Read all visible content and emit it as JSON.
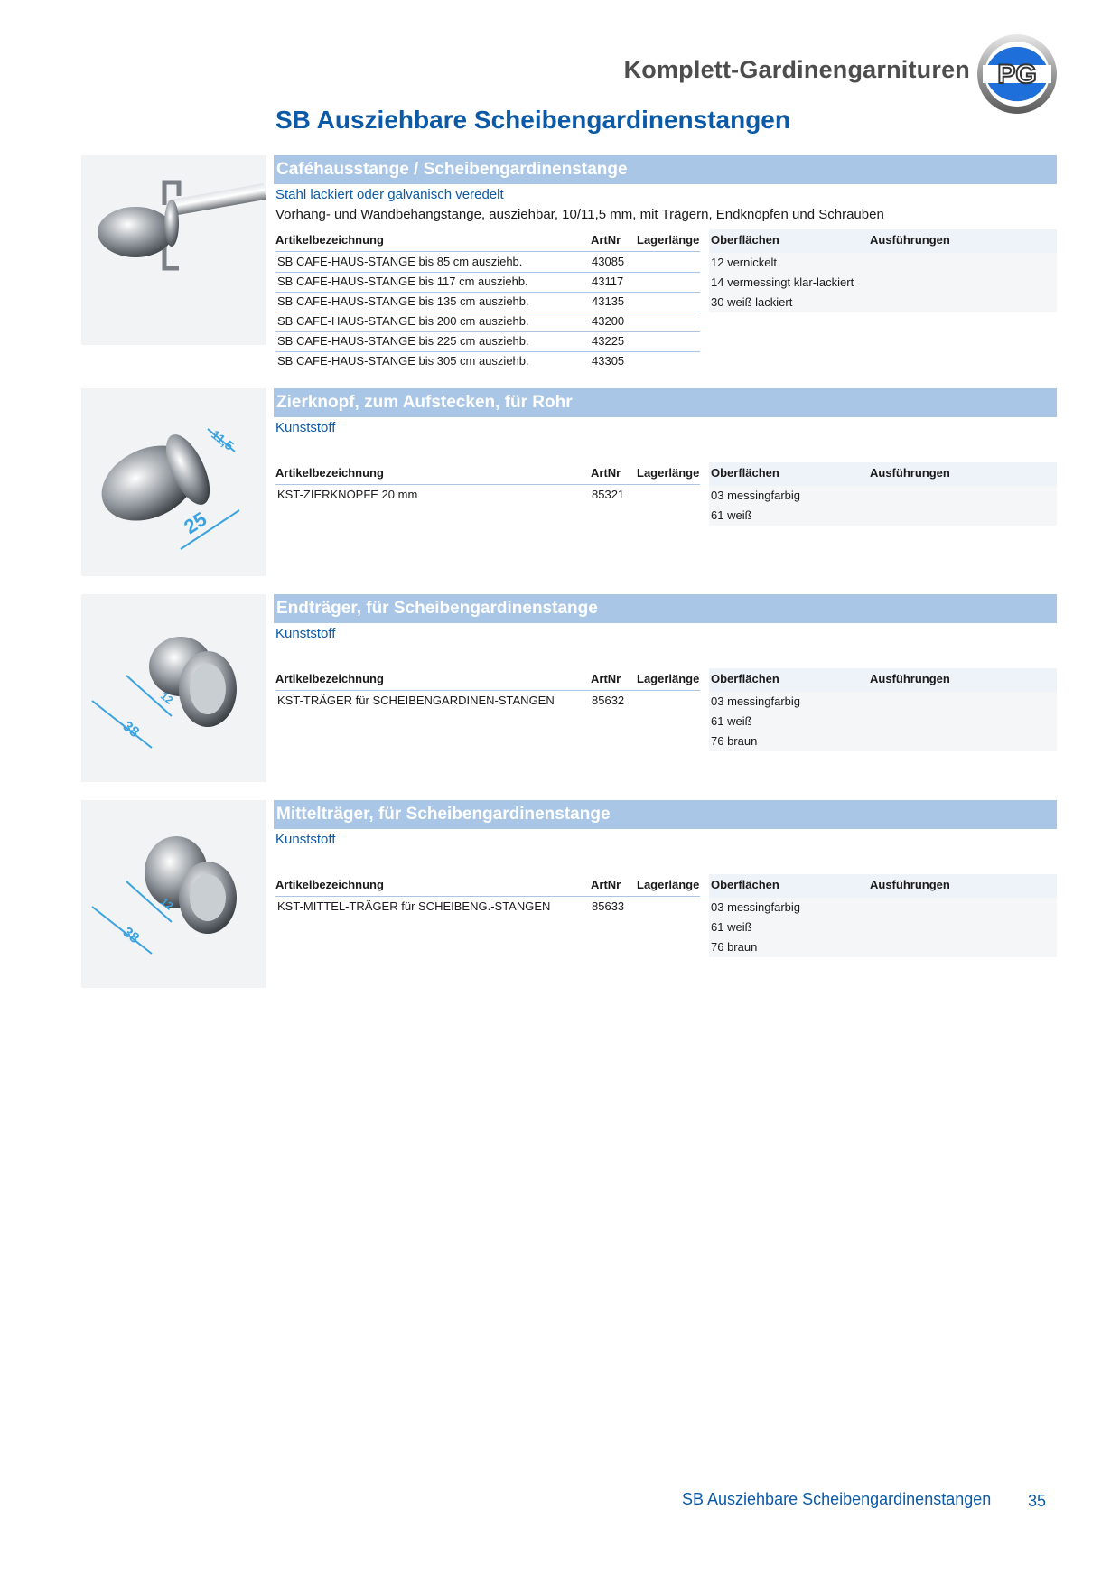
{
  "header": {
    "title": "Komplett-Gardinengarnituren",
    "logo_text": "PG"
  },
  "page_title": "SB Ausziehbare Scheibengardinenstangen",
  "table_headers": {
    "bezeichnung": "Artikelbezeichnung",
    "artnr": "ArtNr",
    "lagerlaenge": "Lagerlänge",
    "oberflaechen": "Oberflächen",
    "ausfuehrungen": "Ausführungen"
  },
  "sections": [
    {
      "title": "Caféhausstange / Scheibengardinenstange",
      "material": "Stahl lackiert oder galvanisch veredelt",
      "description": "Vorhang- und Wandbehangstange, ausziehbar, 10/11,5 mm, mit Trägern, Endknöpfen und Schrauben",
      "rows": [
        {
          "name": "SB CAFE-HAUS-STANGE bis  85 cm ausziehb.",
          "artnr": "43085"
        },
        {
          "name": "SB CAFE-HAUS-STANGE bis 117 cm ausziehb.",
          "artnr": "43117"
        },
        {
          "name": "SB CAFE-HAUS-STANGE bis 135 cm ausziehb.",
          "artnr": "43135"
        },
        {
          "name": "SB CAFE-HAUS-STANGE bis 200 cm ausziehb.",
          "artnr": "43200"
        },
        {
          "name": "SB CAFE-HAUS-STANGE bis 225 cm ausziehb.",
          "artnr": "43225"
        },
        {
          "name": "SB CAFE-HAUS-STANGE bis 305 cm ausziehb.",
          "artnr": "43305"
        }
      ],
      "surfaces": [
        "12 vernickelt",
        "14 vermessingt klar-lackiert",
        "30 weiß lackiert"
      ]
    },
    {
      "title": "Zierknopf, zum Aufstecken, für Rohr",
      "material": "Kunststoff",
      "dimensions": [
        "11,5",
        "25"
      ],
      "rows": [
        {
          "name": "KST-ZIERKNÖPFE 20 mm",
          "artnr": "85321"
        }
      ],
      "surfaces": [
        "03 messingfarbig",
        "61 weiß"
      ]
    },
    {
      "title": "Endträger, für Scheibengardinenstange",
      "material": "Kunststoff",
      "dimensions": [
        "12",
        "38"
      ],
      "rows": [
        {
          "name": "KST-TRÄGER für SCHEIBENGARDINEN-STANGEN",
          "artnr": "85632"
        }
      ],
      "surfaces": [
        "03 messingfarbig",
        "61 weiß",
        "76 braun"
      ]
    },
    {
      "title": "Mittelträger, für Scheibengardinenstange",
      "material": "Kunststoff",
      "dimensions": [
        "12",
        "38"
      ],
      "rows": [
        {
          "name": "KST-MITTEL-TRÄGER für SCHEIBENG.-STANGEN",
          "artnr": "85633"
        }
      ],
      "surfaces": [
        "03 messingfarbig",
        "61 weiß",
        "76 braun"
      ]
    }
  ],
  "footer": {
    "text": "SB Ausziehbare Scheibengardinenstangen",
    "page_number": "35"
  }
}
